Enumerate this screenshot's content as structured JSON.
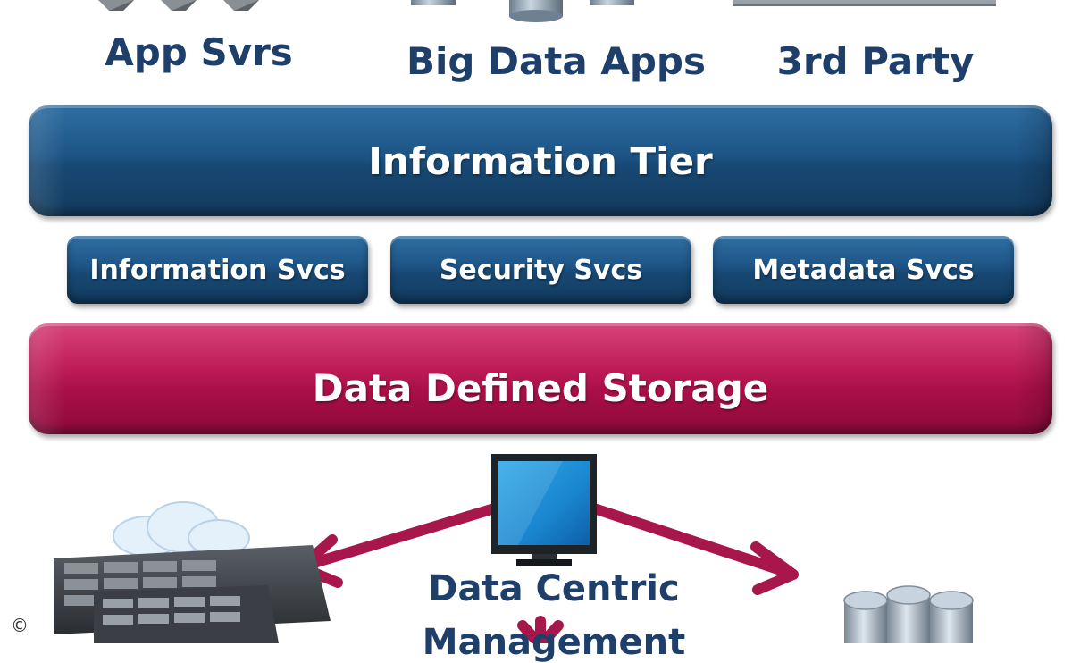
{
  "top_labels": {
    "app_svrs": "App Svrs",
    "big_data_apps": "Big Data Apps",
    "third_party": "3rd Party"
  },
  "tiers": {
    "information_tier": "Information Tier",
    "services": [
      "Information Svcs",
      "Security Svcs",
      "Metadata Svcs"
    ],
    "storage": "Data Defined Storage"
  },
  "management": {
    "line1": "Data Centric",
    "line2": "Management"
  },
  "footer": {
    "copyright_symbol": "©"
  },
  "colors": {
    "label_blue": "#1f3f6b",
    "tier_blue": "#1d5485",
    "storage_magenta": "#bf1d58",
    "arrow_red": "#a8174b"
  },
  "icons": [
    "server-rack-icon",
    "database-cylinders-icon",
    "monitor-icon",
    "cloud-icon",
    "storage-array-icon",
    "arrow-icon"
  ]
}
